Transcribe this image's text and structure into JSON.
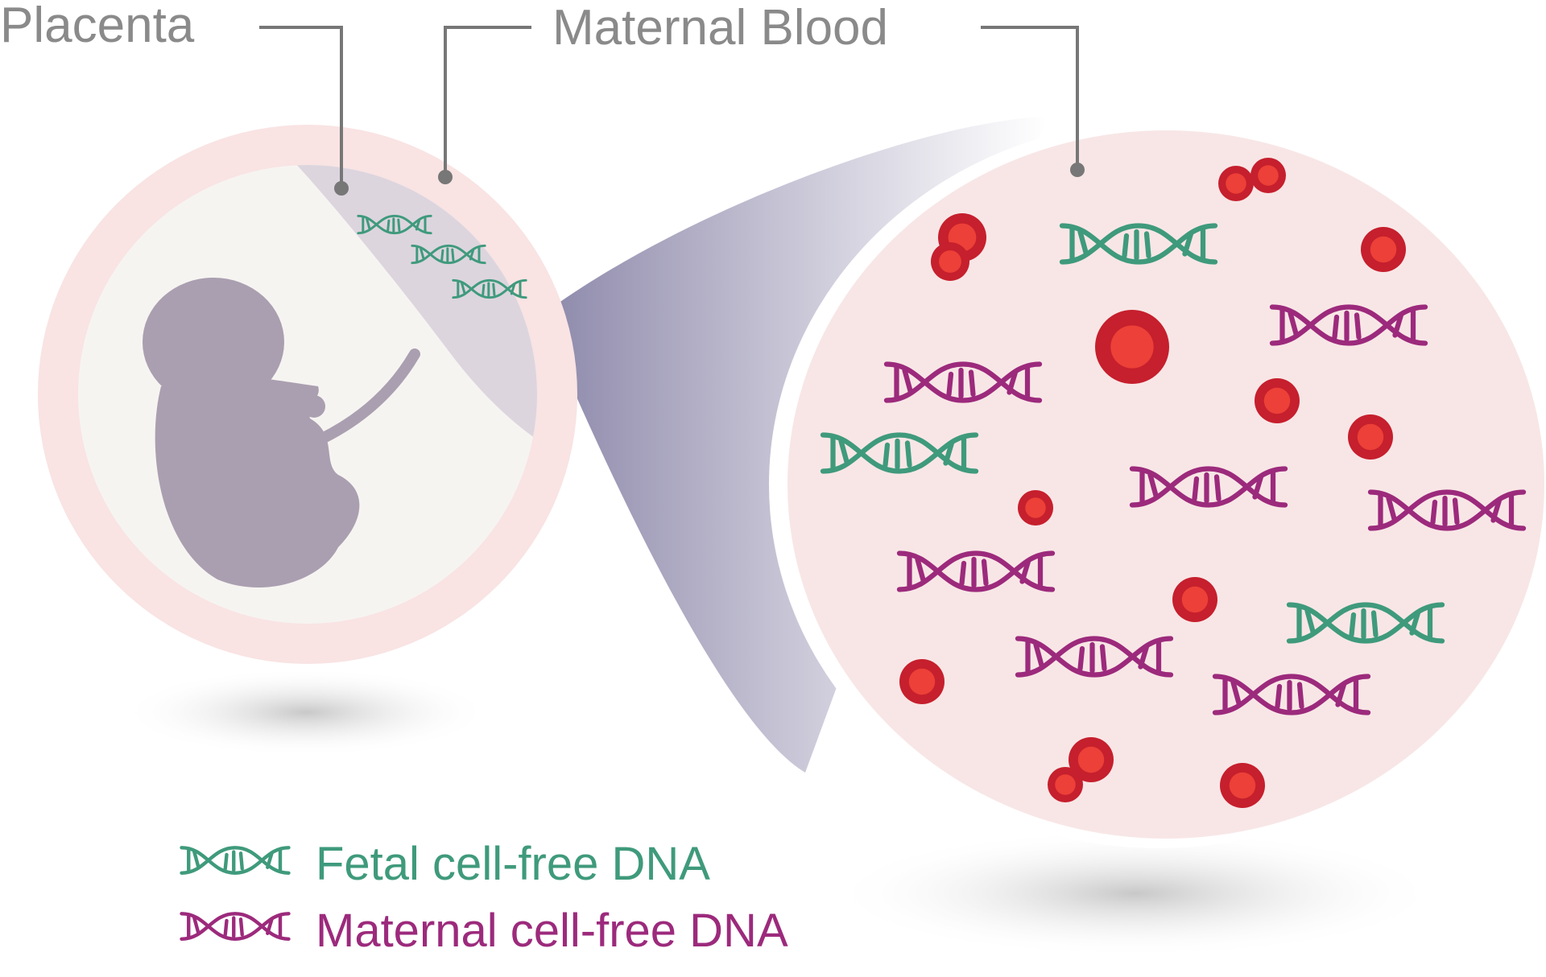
{
  "labels": {
    "placenta": "Placenta",
    "maternal_blood": "Maternal Blood"
  },
  "legend": [
    {
      "label": "Fetal cell-free DNA",
      "color": "#3f9a7c"
    },
    {
      "label": "Maternal cell-free DNA",
      "color": "#9c2a7c"
    }
  ],
  "colors": {
    "fetal_dna": "#3f9a7c",
    "maternal_dna": "#9c2a7c",
    "blood_cell_outer": "#c61f2d",
    "blood_cell_inner": "#ec4038",
    "plasma_background": "#f8e6e6",
    "fetus": "#aa9fb0",
    "leader_line": "#777777"
  }
}
